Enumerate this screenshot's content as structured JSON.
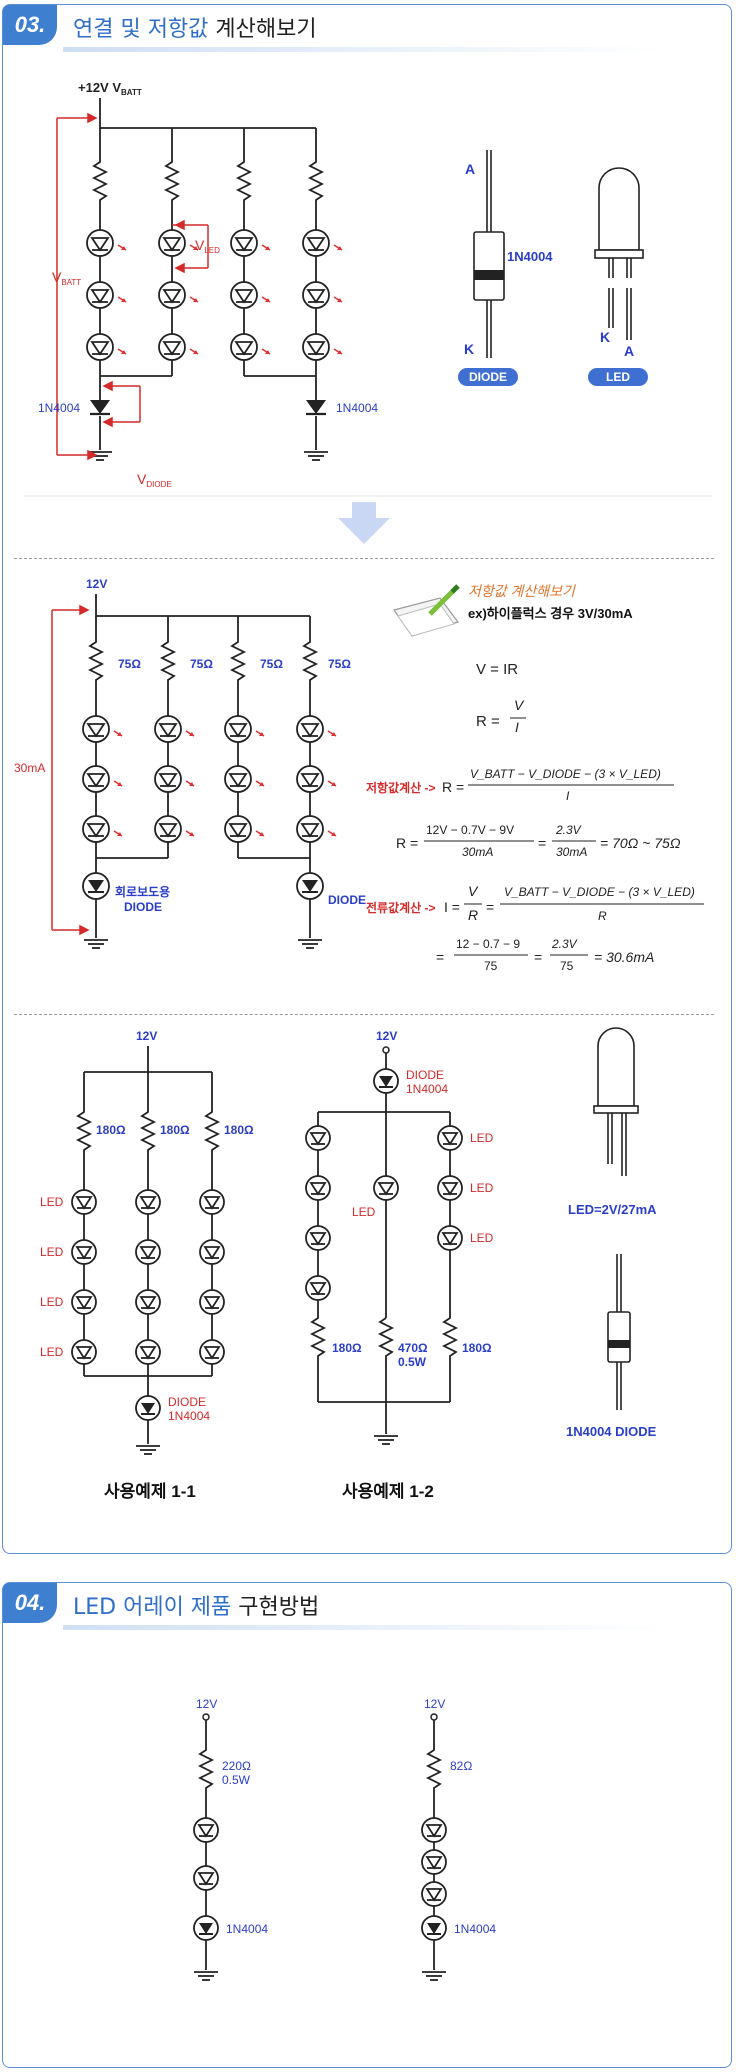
{
  "section3": {
    "number": "03.",
    "title_part1": "연결 및 저항값",
    "title_part2": " 계산해보기"
  },
  "section4": {
    "number": "04.",
    "title_part1": "LED 어레이 제품",
    "title_part2": " 구현방법"
  },
  "diagram1": {
    "supply": "+12V V",
    "supply_sub": "BATT",
    "vbatt": "V",
    "vbatt_sub": "BATT",
    "vled": "V",
    "vled_sub": "LED",
    "vdiode": "V",
    "vdiode_sub": "DIODE",
    "diode_left": "1N4004",
    "diode_right": "1N4004",
    "anode": "A",
    "cathode": "K",
    "diode_part": "1N4004",
    "led_anode": "A",
    "led_cathode": "K",
    "diode_badge": "DIODE",
    "led_badge": "LED"
  },
  "diagram2": {
    "supply": "12V",
    "current": "30mA",
    "resistors": [
      "75Ω",
      "75Ω",
      "75Ω",
      "75Ω"
    ],
    "protect_label": "회로보도용",
    "diode_left": "DIODE",
    "diode_right": "DIODE",
    "calc_title": "저항값 계산해보기",
    "example": "ex)하이플럭스 경우 3V/30mA",
    "formula_v": "V = IR",
    "formula_r_lhs": "R =",
    "formula_r_num": "V",
    "formula_r_den": "I",
    "resist_calc_label": "저항값계산 ->",
    "r_eq": "R =",
    "r_num": "V_BATT − V_DIODE − (3 × V_LED)",
    "r_den": "I",
    "r2_lhs": "R =",
    "r2_num": "12V − 0.7V − 9V",
    "r2_den": "30mA",
    "r2_eq": "=",
    "r2_num2": "2.3V",
    "r2_den2": "30mA",
    "r2_result": "= 70Ω ~ 75Ω",
    "current_calc_label": "전류값계산 ->",
    "i_eq": "I =",
    "i_num": "V",
    "i_den": "R",
    "i_eq2": "=",
    "i_num2": "V_BATT − V_DIODE − (3 × V_LED)",
    "i_den2": "R",
    "i2_eq": "=",
    "i2_num": "12 − 0.7 − 9",
    "i2_den": "75",
    "i2_eq2": "=",
    "i2_num2": "2.3V",
    "i2_den2": "75",
    "i2_result": "= 30.6mA"
  },
  "diagram3": {
    "supply_a": "12V",
    "resistors_a": [
      "180Ω",
      "180Ω",
      "180Ω"
    ],
    "led_label": "LED",
    "diode_a": "DIODE",
    "diode_a_part": "1N4004",
    "caption_a": "사용예제 1-1",
    "supply_b": "12V",
    "diode_b": "DIODE",
    "diode_b_part": "1N4004",
    "resistors_b": [
      "180Ω",
      "470Ω",
      "180Ω"
    ],
    "resistor_b_watt": "0.5W",
    "caption_b": "사용예제 1-2",
    "led_spec": "LED=2V/27mA",
    "diode_spec": "1N4004 DIODE"
  },
  "diagram4": {
    "supply_a": "12V",
    "resistor_a": "220Ω",
    "resistor_a_watt": "0.5W",
    "diode_a": "1N4004",
    "supply_b": "12V",
    "resistor_b": "82Ω",
    "diode_b": "1N4004"
  },
  "colors": {
    "accent": "#3f7fd0",
    "wire": "#222222",
    "blue_label": "#2a3ec7",
    "red_label": "#d42a2a"
  }
}
